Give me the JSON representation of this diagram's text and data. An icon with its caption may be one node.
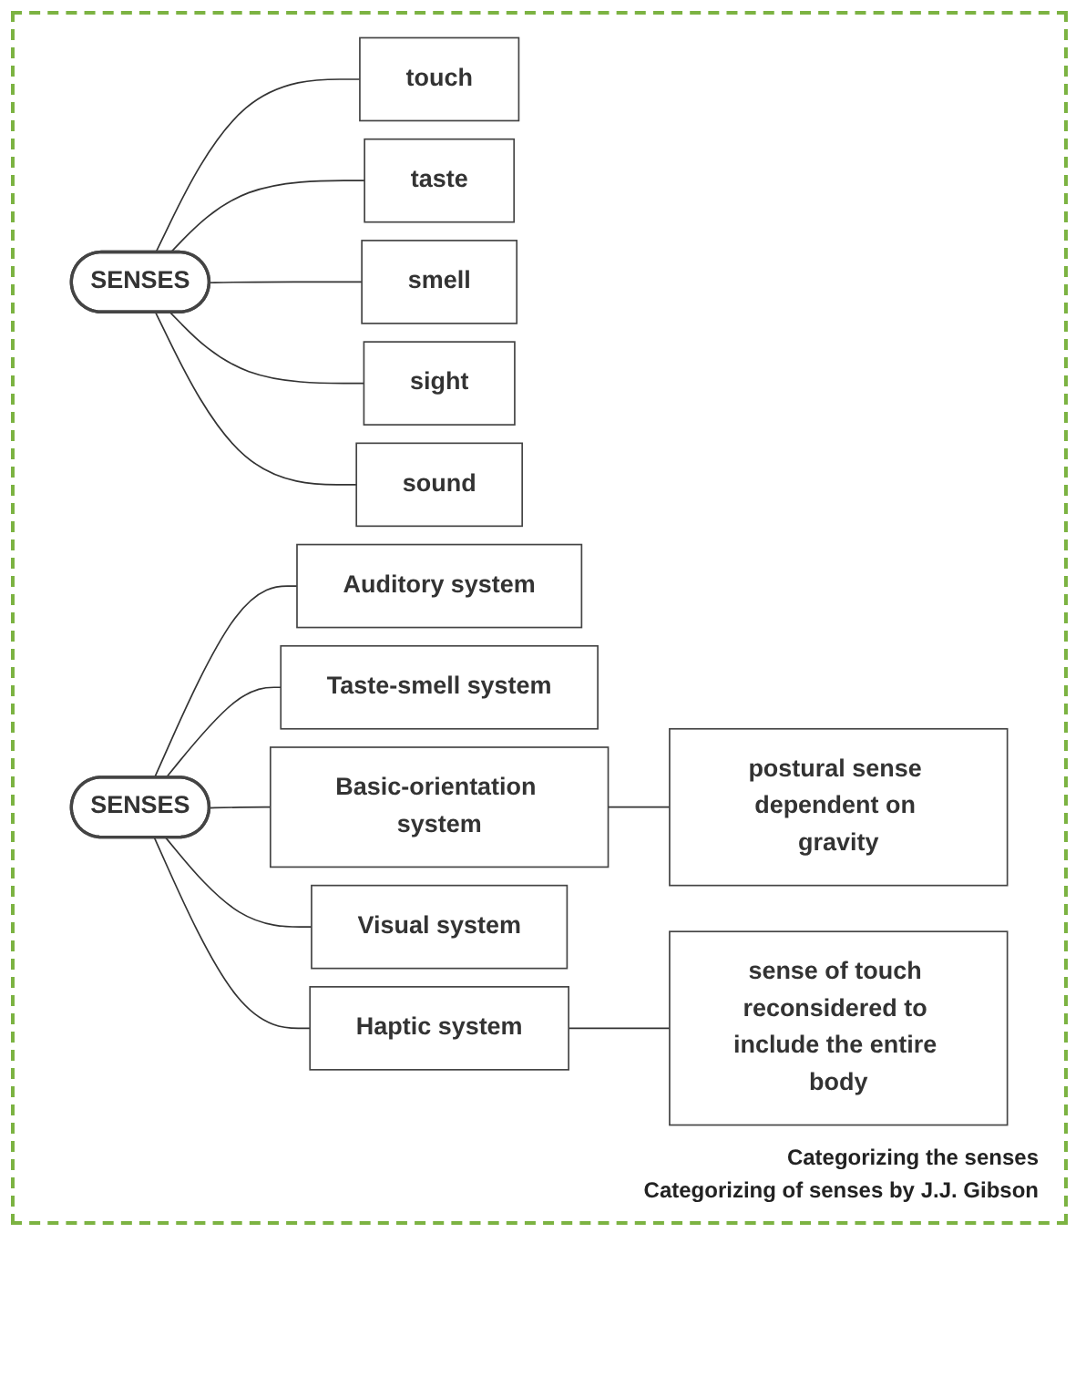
{
  "diagram": {
    "nodes": [
      {
        "text": [
          "SENSES"
        ]
      },
      {
        "text": [
          "touch"
        ]
      },
      {
        "text": [
          "taste"
        ]
      },
      {
        "text": [
          "smell"
        ]
      },
      {
        "text": [
          "sight"
        ]
      },
      {
        "text": [
          "sound"
        ]
      },
      {
        "text": [
          "SENSES"
        ]
      },
      {
        "text": [
          "Auditory system"
        ]
      },
      {
        "text": [
          "Taste-smell system"
        ]
      },
      {
        "text": [
          "Basic-orientation system"
        ]
      },
      {
        "text": [
          "postural sense dependent on gravity"
        ]
      },
      {
        "text": [
          "Visual system"
        ]
      },
      {
        "text": [
          "Haptic system"
        ]
      },
      {
        "text": [
          "sense of touch reconsidered to include the entire body"
        ]
      }
    ],
    "edges": [
      {
        "from": 0,
        "to": 1,
        "arrow": "none"
      },
      {
        "from": 0,
        "to": 2,
        "arrow": "none"
      },
      {
        "from": 0,
        "to": 3,
        "arrow": "none"
      },
      {
        "from": 0,
        "to": 4,
        "arrow": "none"
      },
      {
        "from": 0,
        "to": 5,
        "arrow": "none"
      },
      {
        "from": 6,
        "to": 7,
        "arrow": "none"
      },
      {
        "from": 6,
        "to": 8,
        "arrow": "none"
      },
      {
        "from": 6,
        "to": 9,
        "arrow": "none"
      },
      {
        "from": 6,
        "to": 11,
        "arrow": "none"
      },
      {
        "from": 6,
        "to": 12,
        "arrow": "none"
      },
      {
        "from": 9,
        "to": 10,
        "arrow": "none"
      },
      {
        "from": 12,
        "to": 13,
        "arrow": "none"
      }
    ],
    "labels": [
      "Categorizing the senses",
      "Categorizing of senses by J.J. Gibson"
    ]
  }
}
